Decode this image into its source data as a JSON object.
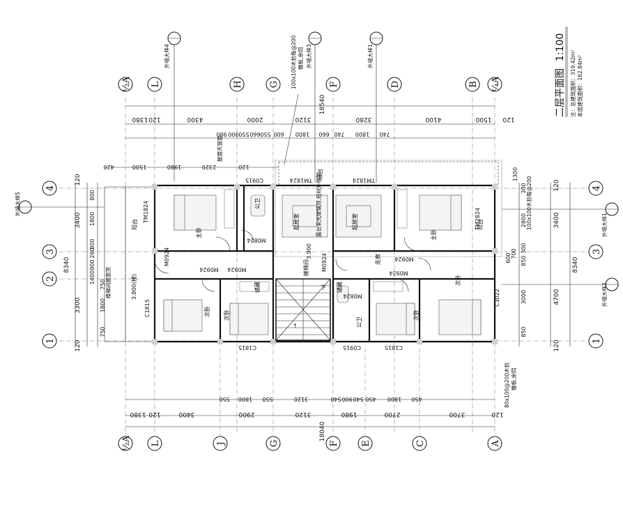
{
  "title": "二层平面图",
  "scale": "1:100",
  "area_build": "注：总建筑面积：319.42m²",
  "area_floor": "本层建筑面积：162.84m²",
  "axes_top": [
    "½A",
    "L",
    "H",
    "G",
    "F",
    "D",
    "B",
    "¼A"
  ],
  "axes_bottom": [
    "½A",
    "L",
    "J",
    "G",
    "F",
    "E",
    "C",
    "A"
  ],
  "axes_left": [
    "4",
    "3",
    "2",
    "1"
  ],
  "axes_right": [
    "4",
    "3",
    "1"
  ],
  "dims_top_total": "18540",
  "dims_top_segments": [
    "1380",
    "120",
    "4300",
    "2000",
    "3120",
    "3280",
    "4100",
    "1500",
    "120"
  ],
  "dims_top_sub": [
    "980",
    "900",
    "550",
    "660",
    "550",
    "600",
    "1800",
    "660",
    "740",
    "1800",
    "740"
  ],
  "dims_top_row3": [
    "420",
    "1500",
    "1980",
    "2320",
    "120"
  ],
  "dims_bottom_total": "18040",
  "dims_bottom_segments": [
    "1380",
    "120",
    "3400",
    "2900",
    "3120",
    "1980",
    "2700",
    "3700",
    "120"
  ],
  "dims_bottom_sub": [
    "550",
    "1800",
    "550",
    "3120",
    "540",
    "900",
    "540",
    "450",
    "1800",
    "450"
  ],
  "dims_left_total": "8340",
  "dims_left_segments": [
    "120",
    "3400",
    "3300",
    "120"
  ],
  "dims_left_sub": [
    "800",
    "1800",
    "800",
    "260",
    "900",
    "1400",
    "750",
    "1800",
    "750"
  ],
  "dims_right_total": "8340",
  "dims_right_segments": [
    "120",
    "3400",
    "4700",
    "120"
  ],
  "dims_right_sub": [
    "1300",
    "300",
    "2800",
    "300",
    "850",
    "3000",
    "850",
    "700",
    "600"
  ],
  "rooms": {
    "master_left": "主卧",
    "master_right": "主卧",
    "bedroom_1": "次卧",
    "bedroom_2": "次卧",
    "bedroom_3": "次卧",
    "bedroom_4": "次卧",
    "living_1": "起居室",
    "living_2": "起居室",
    "balcony_1": "阳台",
    "balcony_2": "阳台",
    "balcony_3": "阳台",
    "bath_1": "公卫",
    "bath_2": "公卫",
    "store_1": "储藏",
    "store_2": "储藏",
    "stair_note": "楼梯间",
    "corridor": "走廊"
  },
  "tags": {
    "c0915_top": "C0915",
    "c0915_bot": "C0915",
    "tm1824_a": "TM1824",
    "tm1824_b": "TM1824",
    "tm1824_c": "TM1824",
    "tm2824": "TM2824",
    "m0824_a": "M0824",
    "m0824_b": "M0824",
    "m0924_a": "M0924",
    "m0924_b": "M0924",
    "m0924_c": "M0924",
    "m0924_d": "M0924",
    "m0924_e": "M0924",
    "m0924_f": "M0924",
    "c1815_a": "C1815",
    "c1815_b": "C1815",
    "c1815_c": "C1815",
    "c3022": "C3022",
    "elev_1": "3.800(楼)",
    "elev_2": "3.900",
    "rise": "↑",
    "down": "下"
  },
  "notes": {
    "top_1": "外墙大样4",
    "top_2": "外墙大样3",
    "top_3": "外墙大样1",
    "top_beam": "100x100木枋每@200",
    "top_beam_sub": "檐板,余同",
    "right_1": "外墙大样1",
    "right_2": "外墙大样2",
    "right_beam": "100x100木枋每@200",
    "left_1": "外墙大样5",
    "left_side": "楼梯间屋面顶",
    "bottom_beam": "80x100@200木枋",
    "bottom_beam_sub": "檐板,余同",
    "roof_top": "屋面天窗面",
    "living_note": "露台采光玻璃顶,铝材外框架"
  }
}
